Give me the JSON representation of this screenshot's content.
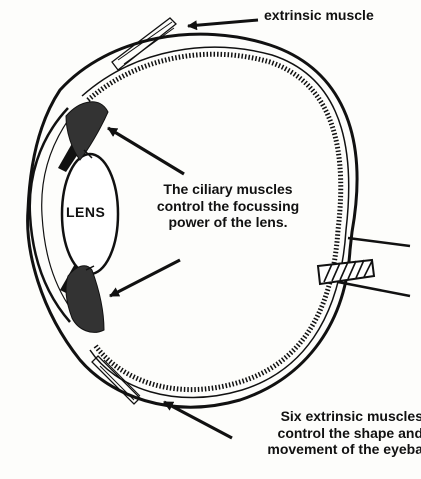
{
  "labels": {
    "extrinsic_muscle": "extrinsic muscle",
    "lens": "LENS",
    "ciliary": [
      "The ciliary muscles",
      "control the focussing",
      "power of the lens."
    ],
    "six_extrinsic": [
      "Six extrinsic muscles",
      "control the shape and",
      "movement of the eyeba"
    ]
  },
  "colors": {
    "ink": "#111111",
    "paper": "#fdfdfb"
  }
}
